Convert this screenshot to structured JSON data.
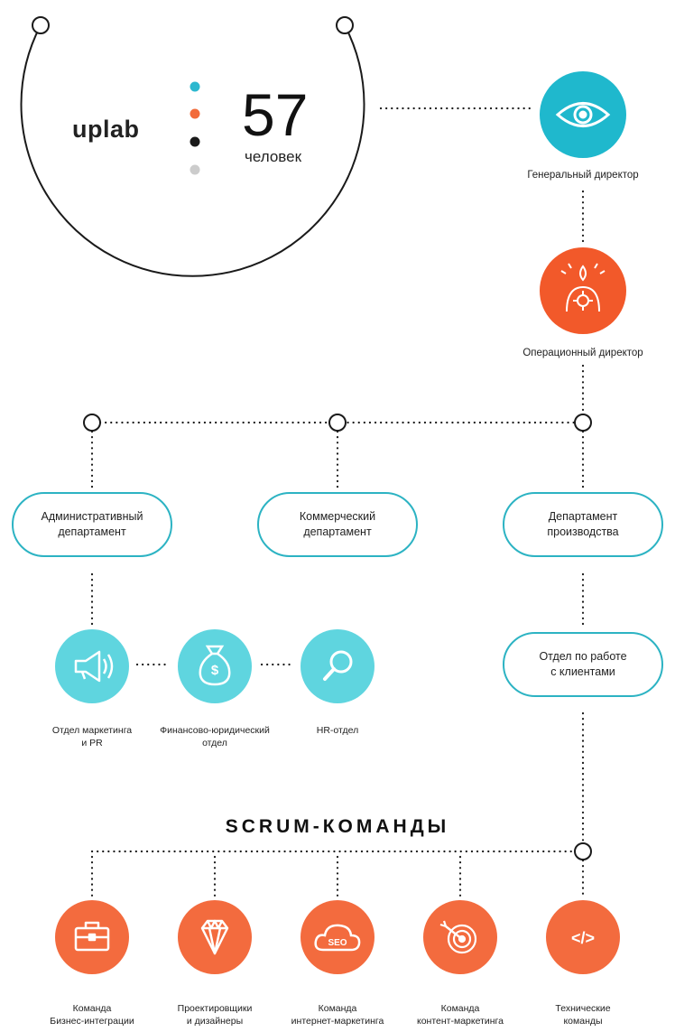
{
  "header": {
    "logo_text": "uplab",
    "employee_count": "57",
    "employee_unit": "человек",
    "legend_dot_colors": [
      "#2cb8cf",
      "#f26b3a",
      "#1a1a1a",
      "#cccccc"
    ]
  },
  "colors": {
    "teal": "#1fb8cd",
    "orange": "#f2592a",
    "light_teal": "#5fd5df",
    "light_orange": "#f36b3e",
    "outline": "#2cb3c3",
    "line": "#1a1a1a"
  },
  "executives": {
    "ceo_label": "Генеральный директор",
    "ceo_icon": "eye-icon",
    "coo_label": "Операционный директор",
    "coo_icon": "gear-person-icon"
  },
  "departments": {
    "admin": "Административный\nдепартамент",
    "commercial": "Коммерческий\nдепартамент",
    "production": "Департамент\nпроизводства",
    "client_dept": "Отдел по работе\nс клиентами"
  },
  "admin_units": [
    {
      "label": "Отдел маркетинга\nи PR",
      "icon": "megaphone-icon"
    },
    {
      "label": "Финансово-юридический\nотдел",
      "icon": "money-bag-icon"
    },
    {
      "label": "HR-отдел",
      "icon": "magnifier-icon"
    }
  ],
  "scrum": {
    "title": "SCRUM-КОМАНДЫ",
    "teams": [
      {
        "label": "Команда\nБизнес-интеграции",
        "icon": "briefcase-icon"
      },
      {
        "label": "Проектировщики\nи дизайнеры",
        "icon": "diamond-icon"
      },
      {
        "label": "Команда\nинтернет-маркетинга",
        "icon": "seo-cloud-icon",
        "icon_text": "SEO"
      },
      {
        "label": "Команда\nконтент-маркетинга",
        "icon": "target-icon"
      },
      {
        "label": "Технические\nкоманды",
        "icon": "code-icon",
        "icon_text": "</>"
      }
    ]
  }
}
